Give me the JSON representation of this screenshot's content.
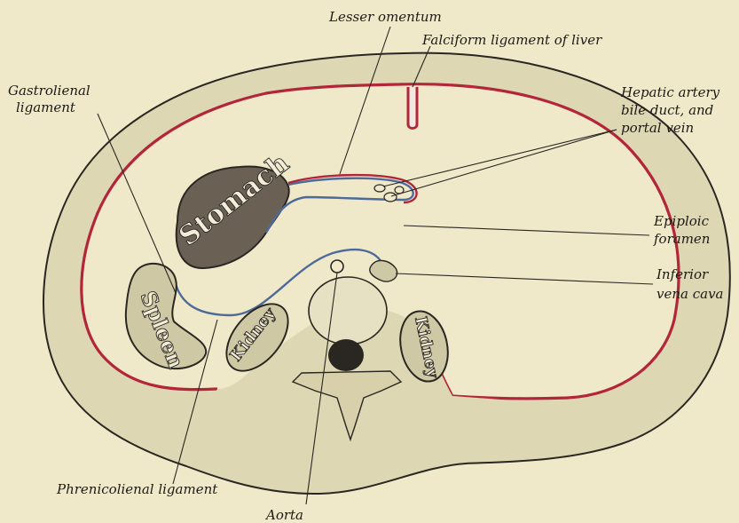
{
  "labels": {
    "lesser_omentum": "Lesser omentum",
    "falciform_ligament": "Falciform ligament of liver",
    "gastrolienal_1": "Gastrolienal",
    "gastrolienal_2": "ligament",
    "hepatic_1": "Hepatic artery",
    "hepatic_2": "bile duct, and",
    "hepatic_3": "portal vein",
    "epiploic_1": "Epiploic",
    "epiploic_2": "foramen",
    "inferior_1": "Inferior",
    "inferior_2": "vena cava",
    "phrenicolienal": "Phrenicolienal ligament",
    "aorta": "Aorta"
  },
  "organs": {
    "stomach": "Stomach",
    "spleen": "Spleen",
    "kidney_left": "Kidney",
    "kidney_right": "Kidney"
  },
  "colors": {
    "background": "#efe9c9",
    "body_wall": "#ddd7b3",
    "peritoneum_red": "#b3263a",
    "lesser_sac_blue": "#4d6a9a",
    "organ_fill": "#cfc8a4"
  }
}
